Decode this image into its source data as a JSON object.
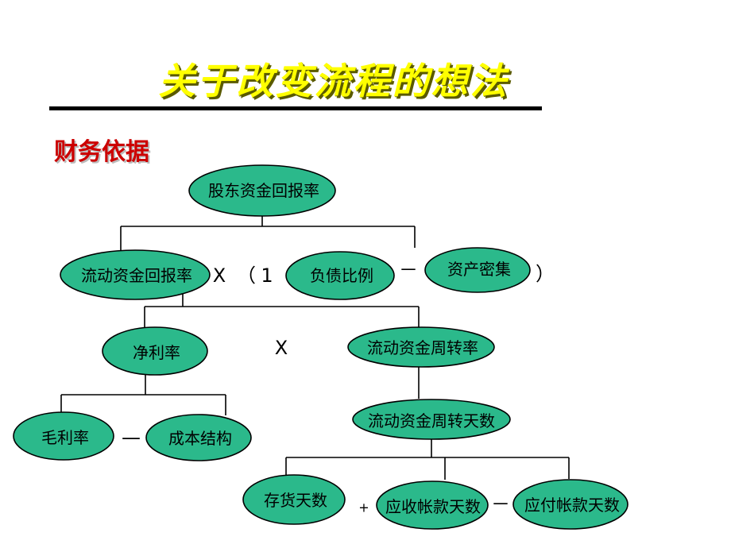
{
  "title": "关于改变流程的想法",
  "subtitle": "财务依据",
  "nodes": {
    "roe": "股东资金回报率",
    "roce": "流动资金回报率",
    "debt_ratio": "负债比例",
    "asset_intensity": "资产密集",
    "net_margin": "净利率",
    "capital_turnover": "流动资金周转率",
    "gross_margin": "毛利率",
    "cost_structure": "成本结构",
    "capital_turnover_days": "流动资金周转天数",
    "inventory_days": "存货天数",
    "receivable_days": "应收帐款天数",
    "payable_days": "应付帐款天数"
  },
  "operators": {
    "times_1": "X",
    "open_paren": "（",
    "one": "1",
    "minus_1": "－",
    "close_paren": "）",
    "times_2": "X",
    "minus_2": "—",
    "plus": "+",
    "minus_3": "－"
  }
}
